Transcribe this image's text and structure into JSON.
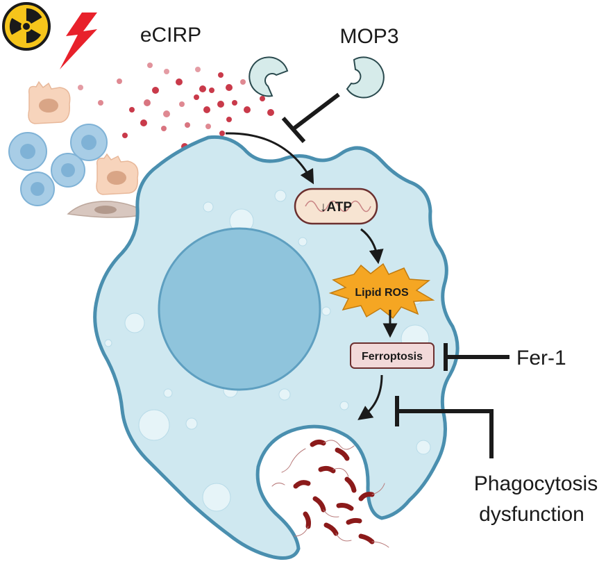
{
  "labels": {
    "ecirp": "eCIRP",
    "mop3": "MOP3",
    "atp": "↓ATP",
    "lipid_ros": "Lipid ROS",
    "ferroptosis": "Ferroptosis",
    "fer1": "Fer-1",
    "phago_line1": "Phagocytosis",
    "phago_line2": "dysfunction"
  },
  "colors": {
    "cell_fill": "#cfe8f0",
    "cell_stroke": "#4a8faf",
    "nucleus": "#8fc4dc",
    "ros_star": "#f5a623",
    "ferroptosis_box": "#f2d9d9",
    "ecirp_dot": "#c93a4a",
    "bacteria": "#8b1a1a",
    "hazard": "#f6c51b",
    "lightning": "#e8212b"
  },
  "icons": {
    "radiation": "radiation-icon",
    "lightning": "lightning-icon"
  }
}
